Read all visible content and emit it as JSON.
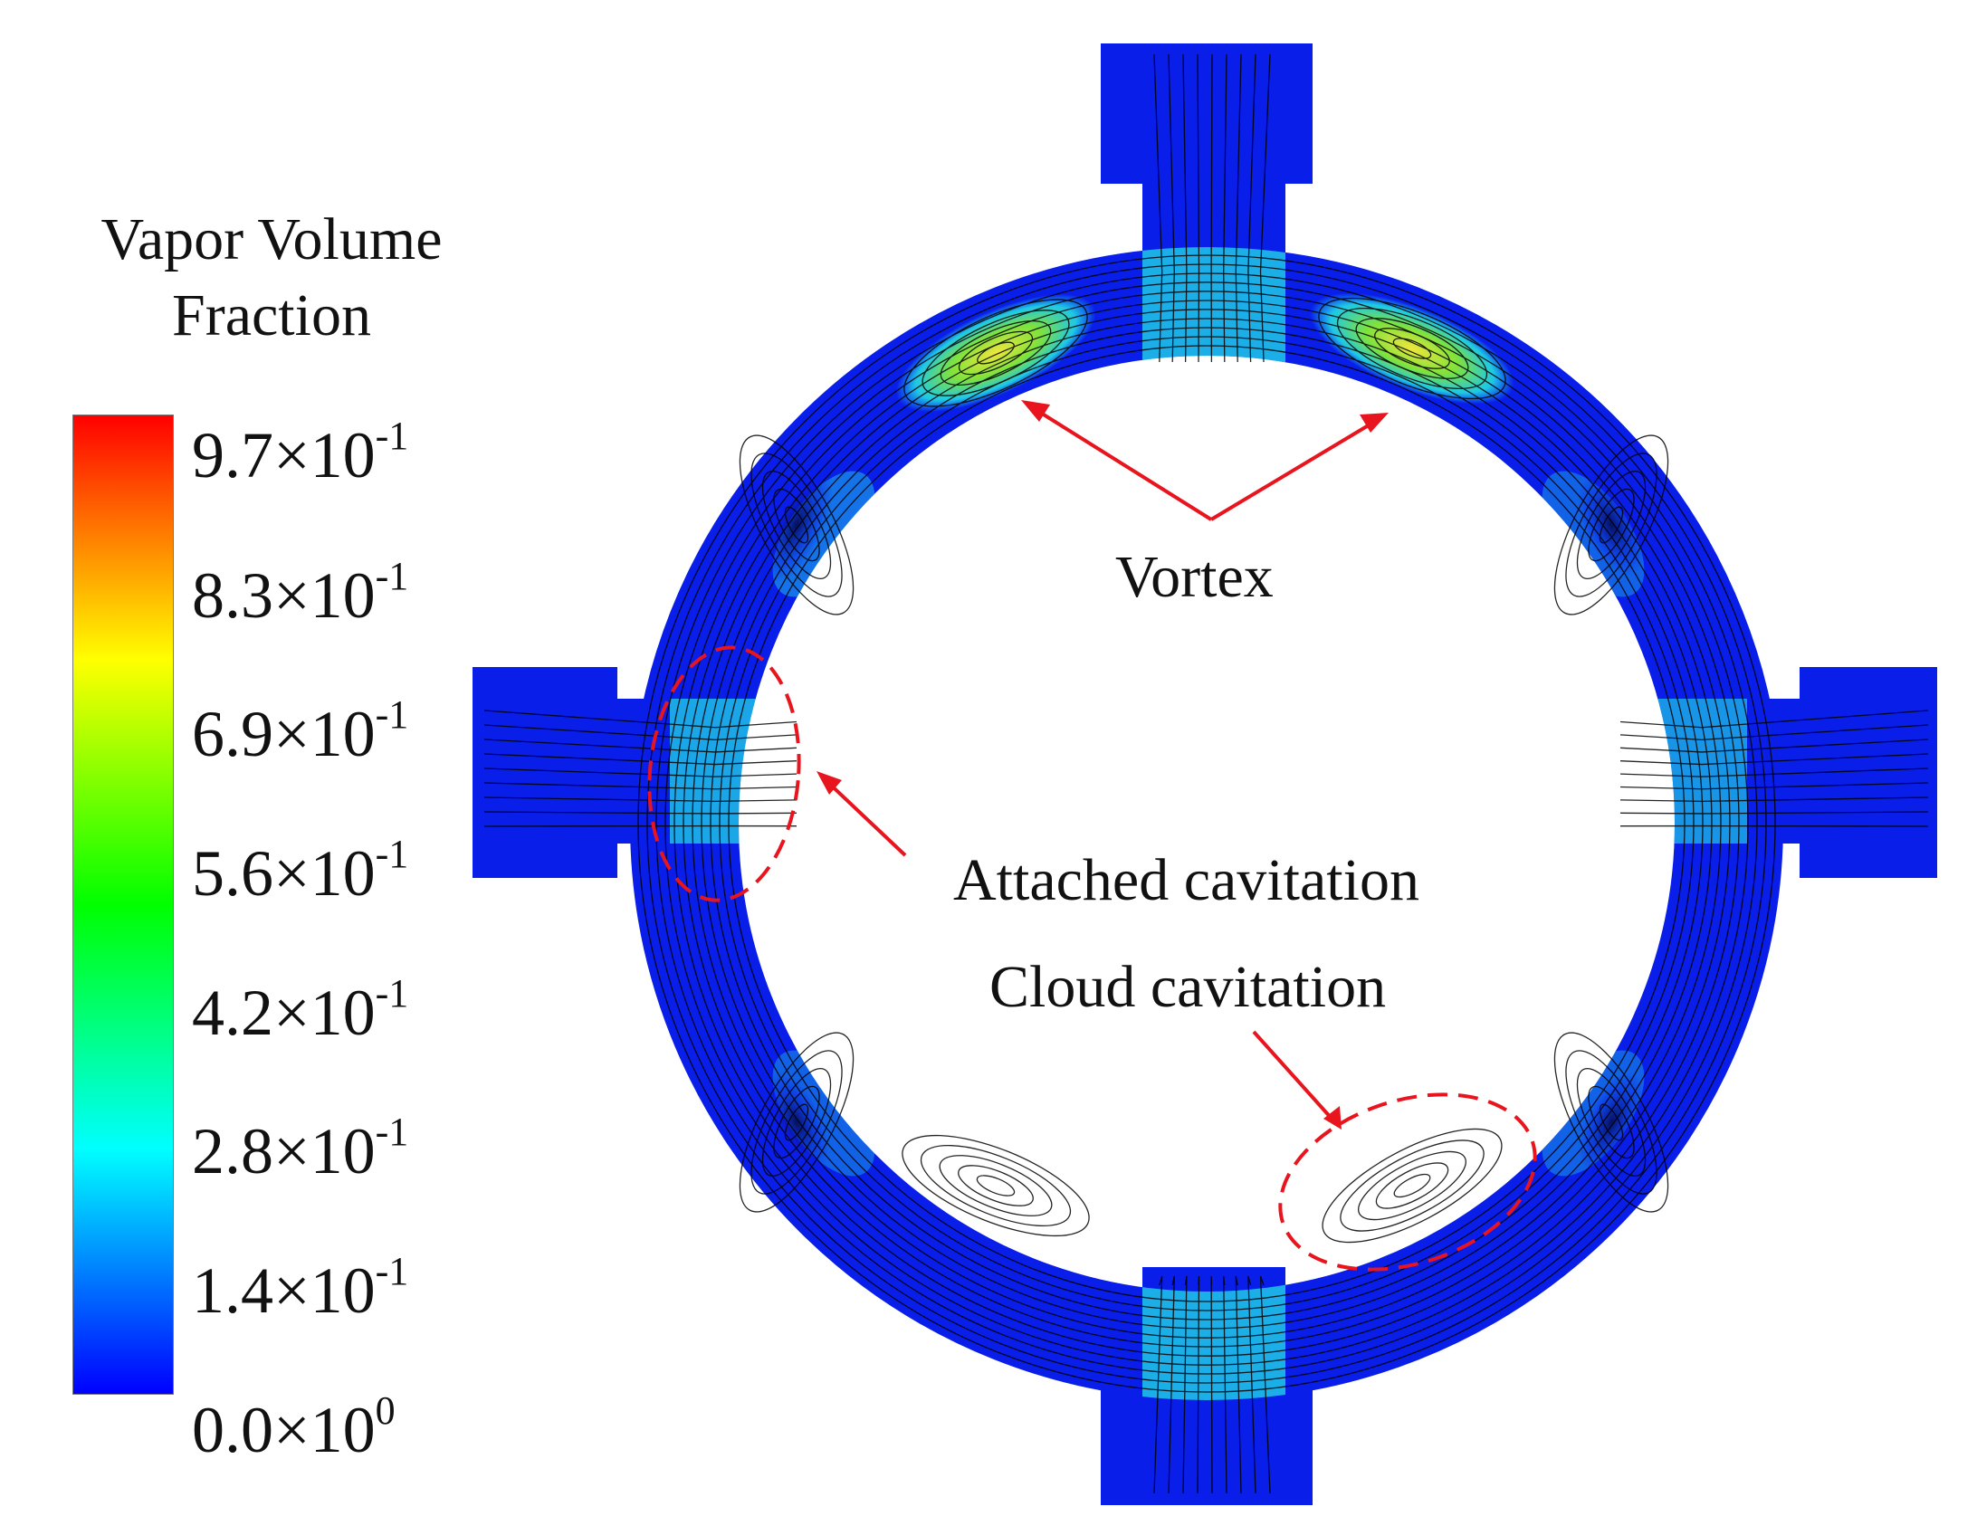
{
  "legend": {
    "title_line1": "Vapor Volume",
    "title_line2": "Fraction",
    "ticks": [
      {
        "mantissa": "9.7",
        "exp": "-1"
      },
      {
        "mantissa": "8.3",
        "exp": "-1"
      },
      {
        "mantissa": "6.9",
        "exp": "-1"
      },
      {
        "mantissa": "5.6",
        "exp": "-1"
      },
      {
        "mantissa": "4.2",
        "exp": "-1"
      },
      {
        "mantissa": "2.8",
        "exp": "-1"
      },
      {
        "mantissa": "1.4",
        "exp": "-1"
      },
      {
        "mantissa": "0.0",
        "exp": "0"
      }
    ],
    "times_sign": "×10",
    "colors": [
      "#ff0000",
      "#ff8000",
      "#ffff00",
      "#80ff00",
      "#00ff00",
      "#00ff80",
      "#00ffff",
      "#0080ff",
      "#0000ff"
    ]
  },
  "annotations": {
    "vortex": "Vortex",
    "attached": "Attached cavitation",
    "cloud": "Cloud cavitation"
  },
  "colors": {
    "fluid": "#0a1eea",
    "vapor_low": "#1ec8e6",
    "vapor_mid": "#f0e63c",
    "arrow": "#e8141e",
    "streamline": "#000000"
  }
}
